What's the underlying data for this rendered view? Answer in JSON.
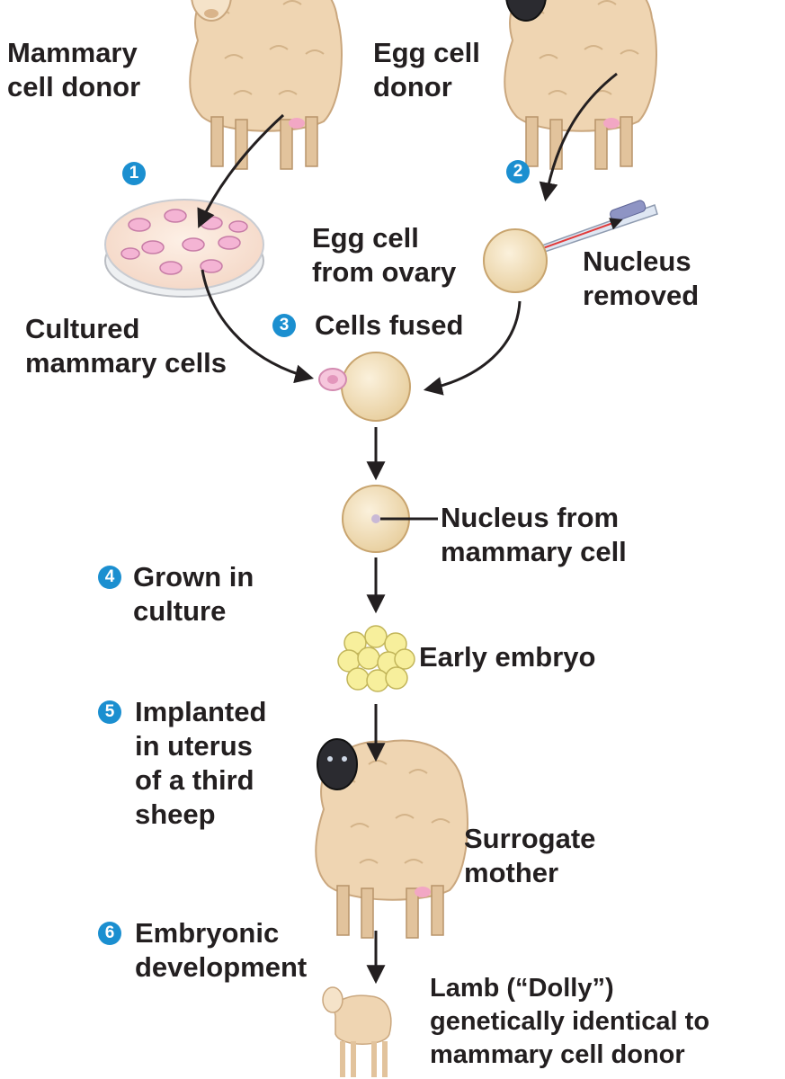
{
  "colors": {
    "step_badge": "#1b8fd0",
    "wool": "#f0d6b4",
    "egg_fill": "#f7e7c4",
    "culture_cell": "#f3a9cf",
    "arrow": "#231f20",
    "text": "#231f20"
  },
  "labels": {
    "mammary_donor": [
      "Mammary",
      "cell donor"
    ],
    "egg_donor": [
      "Egg cell",
      "donor"
    ],
    "egg_from_ovary": [
      "Egg cell",
      "from ovary"
    ],
    "nucleus_removed": [
      "Nucleus",
      "removed"
    ],
    "cultured_cells": [
      "Cultured",
      "mammary cells"
    ],
    "cells_fused": "Cells fused",
    "nucleus_from_mammary": [
      "Nucleus from",
      "mammary cell"
    ],
    "grown_in_culture": [
      "Grown in",
      "culture"
    ],
    "early_embryo": "Early embryo",
    "implanted": [
      "Implanted",
      "in uterus",
      "of a third",
      "sheep"
    ],
    "surrogate": [
      "Surrogate",
      "mother"
    ],
    "embryonic_dev": [
      "Embryonic",
      "development"
    ],
    "lamb": [
      "Lamb (“Dolly”)",
      "genetically identical to",
      "mammary cell donor"
    ]
  },
  "steps": [
    "1",
    "2",
    "3",
    "4",
    "5",
    "6"
  ],
  "icons": {
    "sheep_white_face": "sheep-white-face",
    "sheep_black_face": "sheep-black-face",
    "petri_dish": "petri-dish",
    "micropipette": "micropipette",
    "egg_cell": "egg-cell",
    "embryo": "embryo-cluster",
    "lamb": "lamb"
  }
}
